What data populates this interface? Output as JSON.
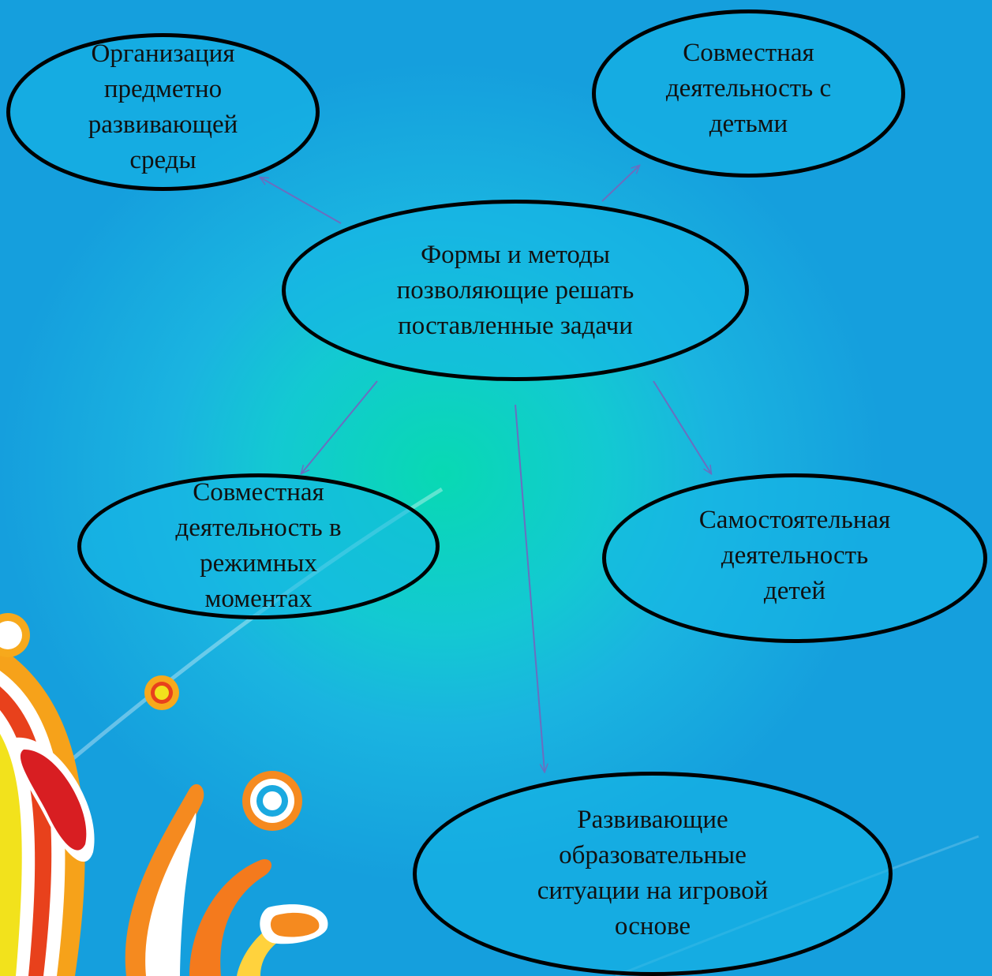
{
  "diagram": {
    "center": {
      "label": "Формы и методы\nпозволяющие решать\nпоставленные задачи"
    },
    "nodes": [
      {
        "id": "environment",
        "label": "Организация\nпредметно\nразвивающей\nсреды"
      },
      {
        "id": "joint-children",
        "label": "Совместная\nдеятельность с\nдетьми"
      },
      {
        "id": "joint-routine",
        "label": "Совместная\nдеятельность в\nрежимных\nмоментах"
      },
      {
        "id": "independent",
        "label": "Самостоятельная\nдеятельность\nдетей"
      },
      {
        "id": "situations",
        "label": "Развивающие\nобразовательные\nситуации на игровой\nоснове"
      }
    ],
    "colors": {
      "background": "#1ab4e0",
      "node_border": "#000000",
      "arrow": "#6a6ec0",
      "text": "#111111"
    }
  }
}
